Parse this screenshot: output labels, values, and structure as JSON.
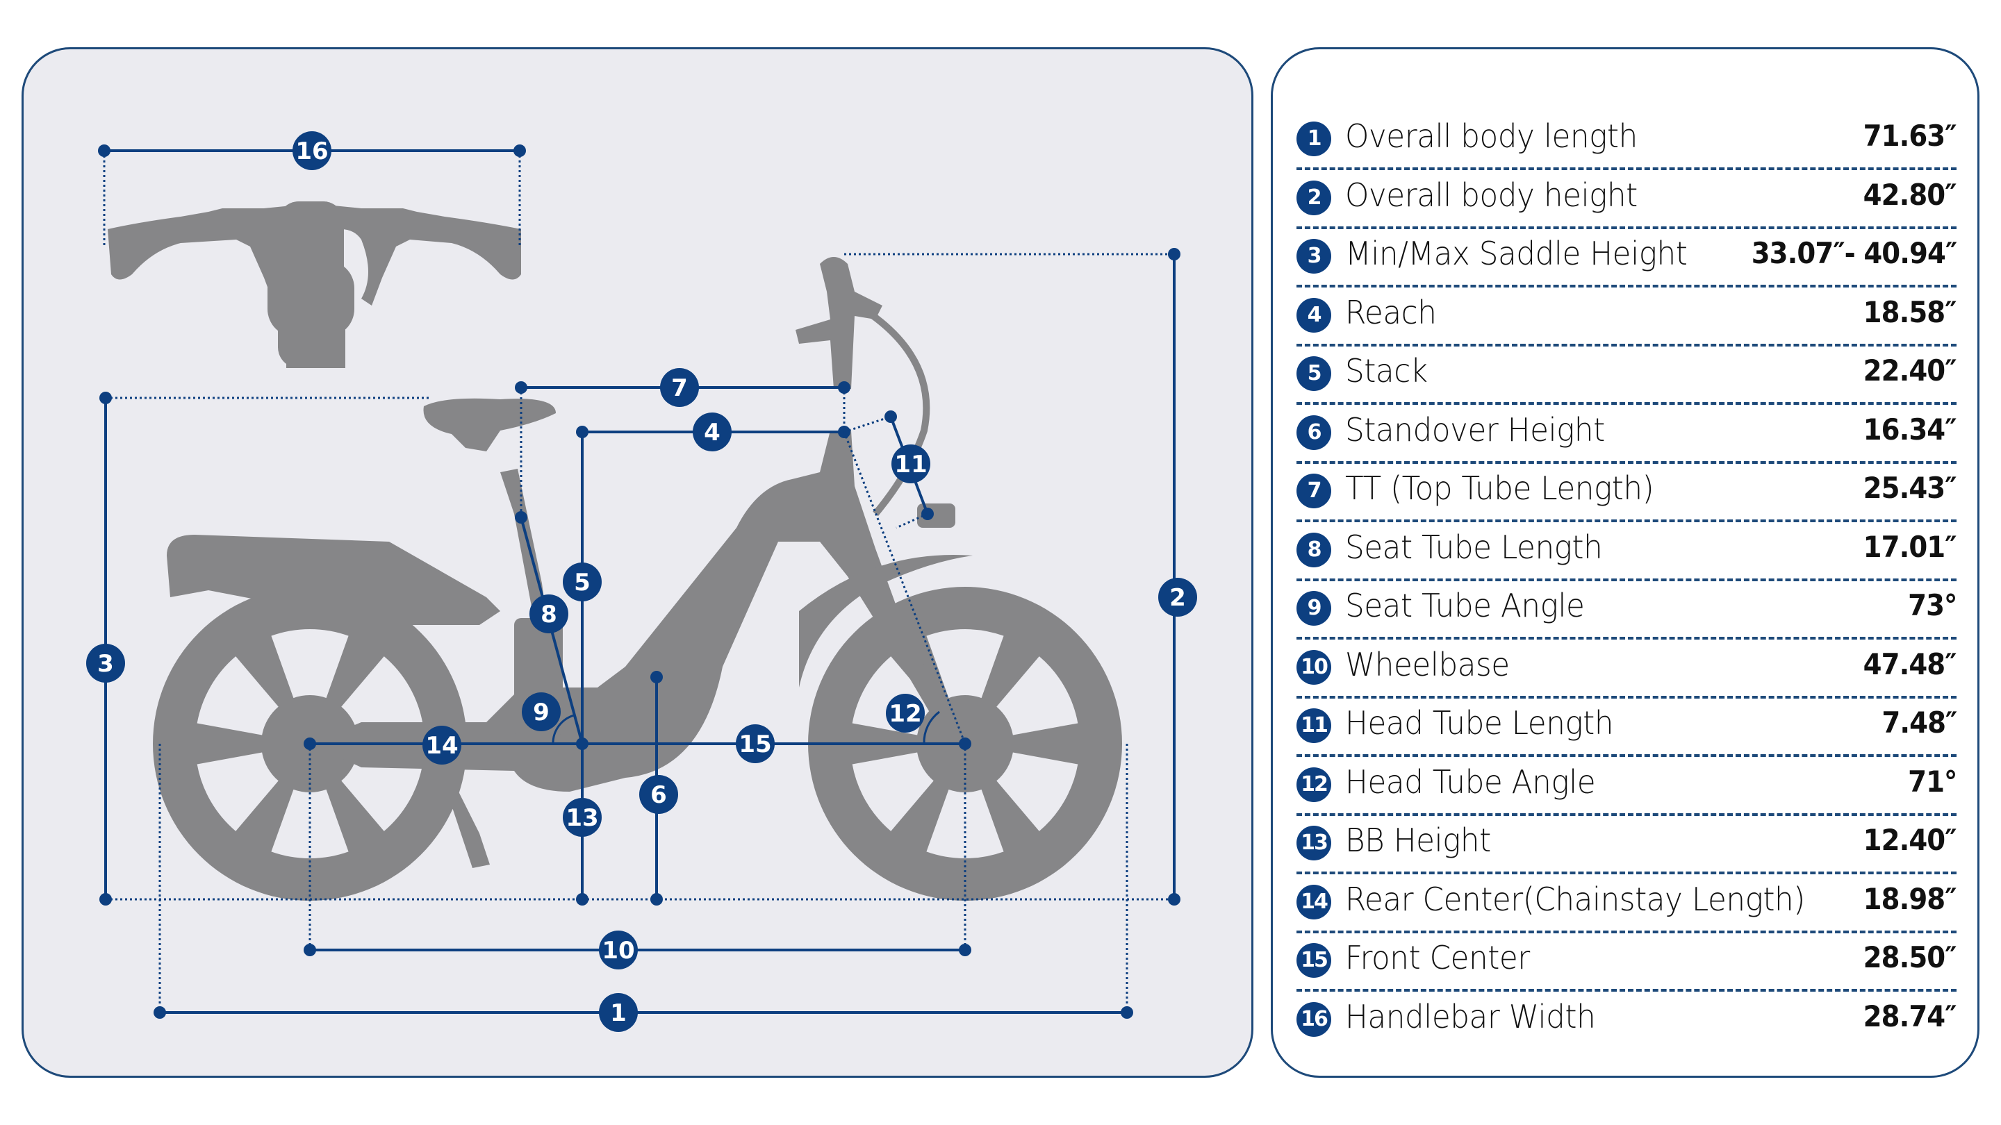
{
  "title": "E-bike geometry specifications",
  "colors": {
    "accent": "#0d3f80",
    "silhouette": "#868688",
    "panel_bg": "#ebebf0",
    "border": "#1e4a7a"
  },
  "specs": [
    {
      "num": "1",
      "label": "Overall body length",
      "value": "71.63″"
    },
    {
      "num": "2",
      "label": "Overall body height",
      "value": "42.80″"
    },
    {
      "num": "3",
      "label": "Min/Max Saddle Height",
      "value": "33.07″- 40.94″"
    },
    {
      "num": "4",
      "label": "Reach",
      "value": "18.58″"
    },
    {
      "num": "5",
      "label": "Stack",
      "value": "22.40″"
    },
    {
      "num": "6",
      "label": "Standover Height",
      "value": "16.34″"
    },
    {
      "num": "7",
      "label": "TT (Top Tube Length)",
      "value": "25.43″"
    },
    {
      "num": "8",
      "label": "Seat Tube Length",
      "value": "17.01″"
    },
    {
      "num": "9",
      "label": "Seat Tube Angle",
      "value": "73°"
    },
    {
      "num": "10",
      "label": "Wheelbase",
      "value": "47.48″"
    },
    {
      "num": "11",
      "label": "Head Tube Length",
      "value": "7.48″"
    },
    {
      "num": "12",
      "label": "Head Tube Angle",
      "value": "71°"
    },
    {
      "num": "13",
      "label": "BB Height",
      "value": "12.40″"
    },
    {
      "num": "14",
      "label": "Rear Center(Chainstay Length)",
      "value": "18.98″"
    },
    {
      "num": "15",
      "label": "Front Center",
      "value": "28.50″"
    },
    {
      "num": "16",
      "label": "Handlebar Width",
      "value": "28.74″"
    }
  ],
  "diagram": {
    "badges": [
      "1",
      "2",
      "3",
      "4",
      "5",
      "6",
      "7",
      "8",
      "9",
      "10",
      "11",
      "12",
      "13",
      "14",
      "15",
      "16"
    ],
    "icons": [
      "bike-side-silhouette",
      "handlebar-front-silhouette"
    ]
  }
}
